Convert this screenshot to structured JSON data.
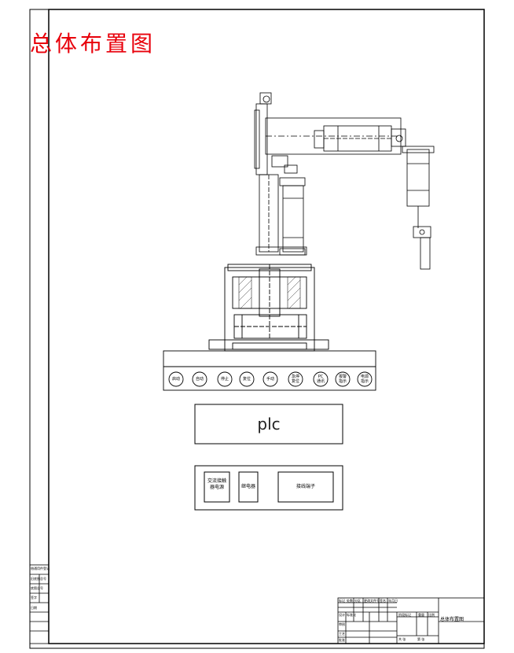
{
  "title": "总体布置图",
  "plc_label": "plc",
  "control_buttons": [
    "启动",
    "自动",
    "停止",
    "复位",
    "手动",
    "急停\n复位",
    "PC\n通讯",
    "报警\n指示",
    "电源\n指示"
  ],
  "cabinet": {
    "box1": "交流接触\n器电源",
    "box2": "继电器",
    "box3": "接线端子"
  },
  "title_block": {
    "drawing_name": "总体布置图",
    "cells": [
      "标记",
      "处数",
      "分区",
      "更改文件号",
      "签名",
      "年月日",
      "设计",
      "标准化",
      "阶段标记",
      "重量",
      "比例",
      "审核",
      "工艺",
      "批准",
      "共 张",
      "第 张"
    ]
  },
  "left_stamp": [
    "借通用件登记",
    "旧底图总号",
    "底图总号",
    "签字",
    "日期"
  ]
}
